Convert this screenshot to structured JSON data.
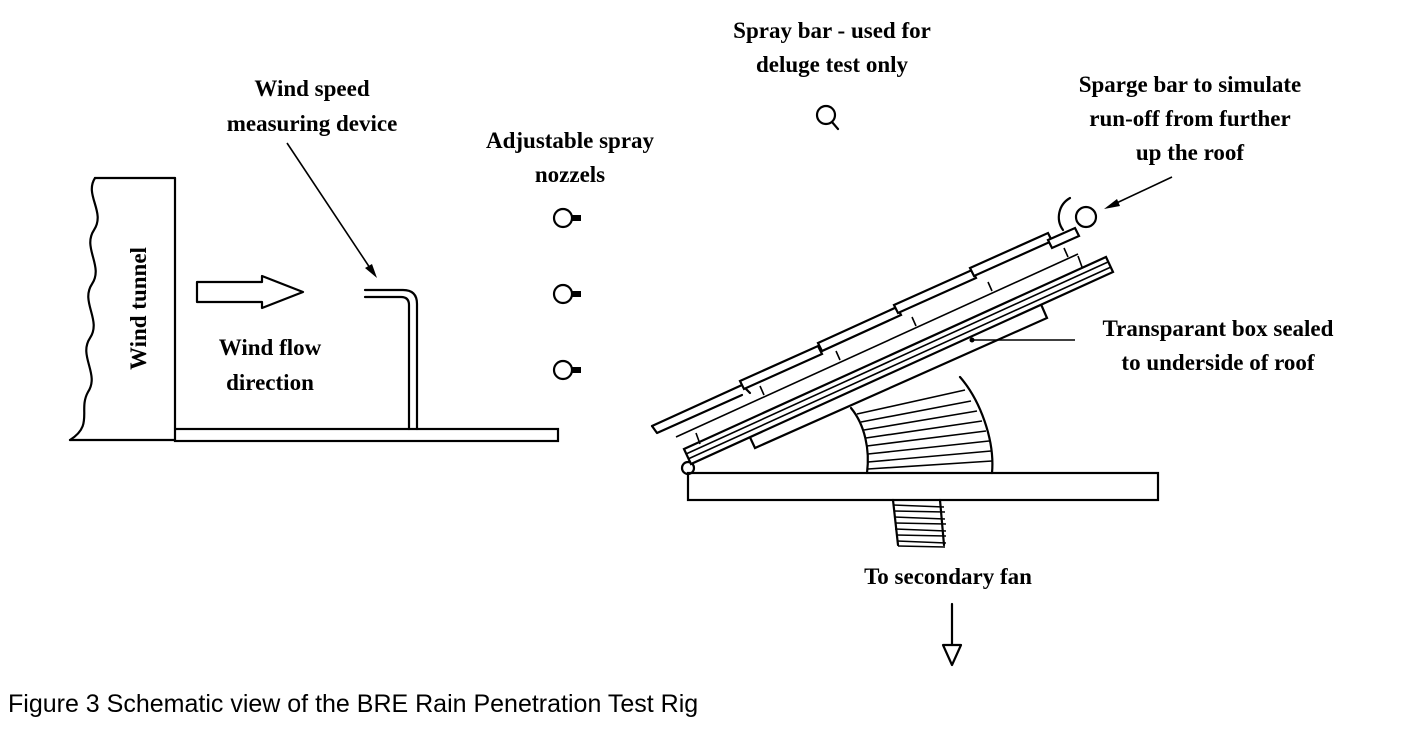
{
  "labels": {
    "wind_tunnel": "Wind tunnel",
    "wind_speed_line1": "Wind speed",
    "wind_speed_line2": "measuring device",
    "wind_flow_line1": "Wind flow",
    "wind_flow_line2": "direction",
    "nozzles_line1": "Adjustable spray",
    "nozzles_line2": "nozzels",
    "spray_bar_line1": "Spray bar - used for",
    "spray_bar_line2": "deluge test only",
    "sparge_line1": "Sparge bar to simulate",
    "sparge_line2": "run-off from further",
    "sparge_line3": "up the roof",
    "box_line1": "Transparant box sealed",
    "box_line2": "to underside of roof",
    "secondary_fan": "To secondary fan"
  },
  "caption": "Figure 3  Schematic view of the BRE Rain Penetration Test Rig"
}
